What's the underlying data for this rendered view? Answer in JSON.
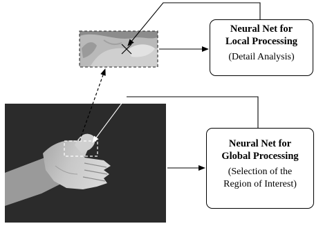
{
  "local_box": {
    "title_line1": "Neural Net for",
    "title_line2": "Local Processing",
    "subtitle": "(Detail Analysis)"
  },
  "global_box": {
    "title_line1": "Neural Net for",
    "title_line2": "Global Processing",
    "subtitle_line1": "(Selection of the",
    "subtitle_line2": "Region of Interest)"
  }
}
